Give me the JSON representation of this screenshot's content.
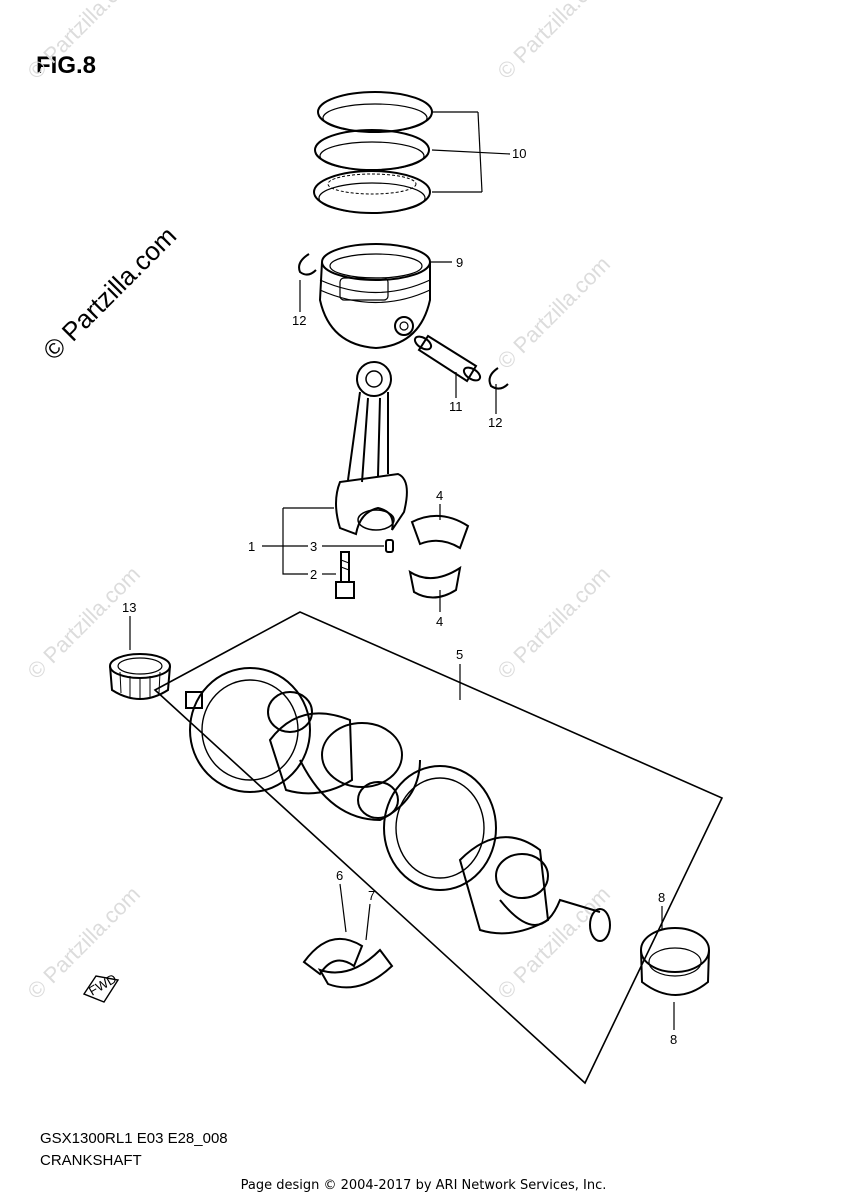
{
  "figure": {
    "title": "FIG.8"
  },
  "watermark": {
    "text": "© Partzilla.com"
  },
  "callouts": {
    "c1": "1",
    "c2": "2",
    "c3": "3",
    "c4a": "4",
    "c4b": "4",
    "c5": "5",
    "c6": "6",
    "c7": "7",
    "c8a": "8",
    "c8b": "8",
    "c9": "9",
    "c10": "10",
    "c11": "11",
    "c12a": "12",
    "c12b": "12",
    "c13": "13"
  },
  "footer": {
    "code": "GSX1300RL1 E03 E28_008",
    "title": "CRANKSHAFT",
    "credit": "Page design © 2004-2017 by ARI Network Services, Inc."
  },
  "fwd_label": "FWD"
}
